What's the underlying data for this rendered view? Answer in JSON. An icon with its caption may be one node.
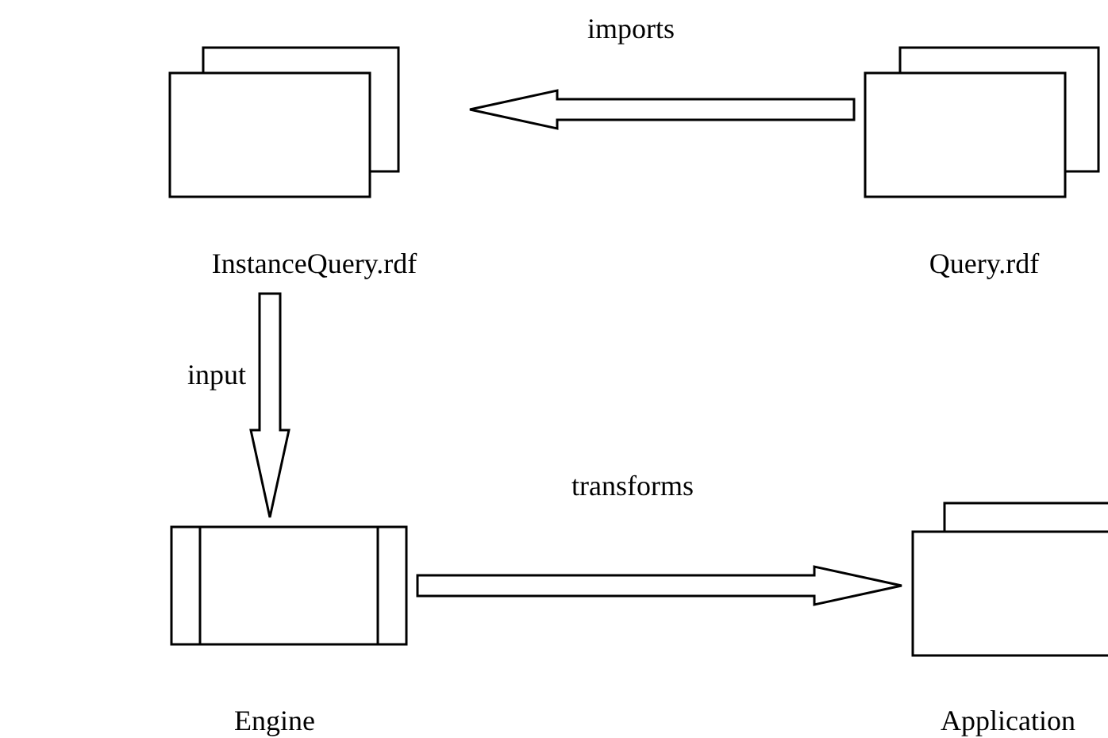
{
  "diagram": {
    "nodes": [
      {
        "text": [
          "InstanceQuery.rdf"
        ]
      },
      {
        "text": [
          "Query.rdf"
        ]
      },
      {
        "text": [
          "Engine"
        ]
      },
      {
        "text": [
          "Application"
        ]
      }
    ],
    "edges": [
      {
        "from": 1,
        "to": 0,
        "arrow": "to",
        "label": "imports"
      },
      {
        "from": 0,
        "to": 2,
        "arrow": "to",
        "label": "input"
      },
      {
        "from": 2,
        "to": 3,
        "arrow": "to",
        "label": "transforms"
      }
    ]
  }
}
